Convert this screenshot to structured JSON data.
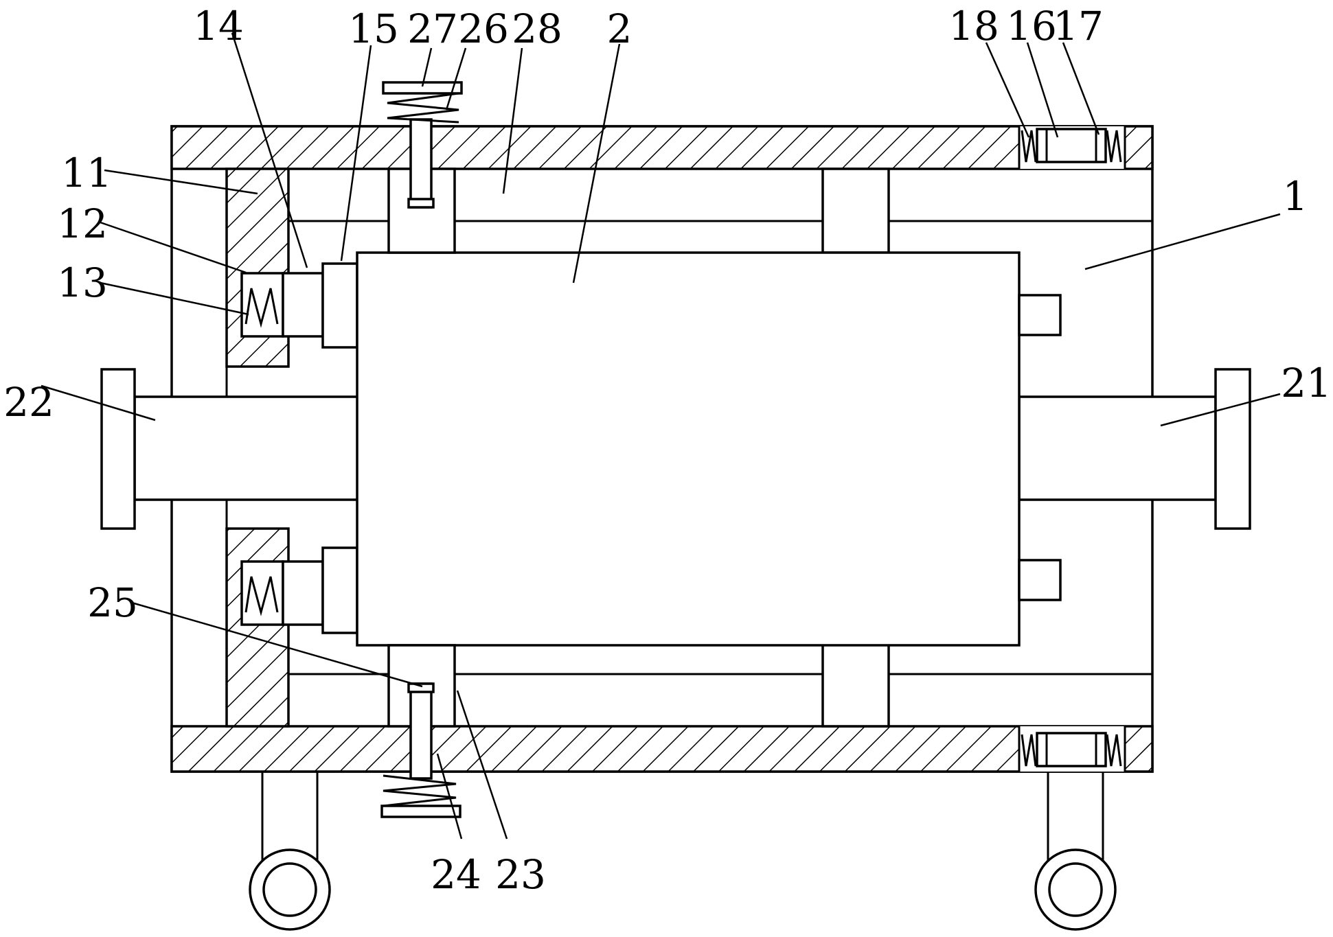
{
  "labels": {
    "l1": "1",
    "l2": "2",
    "l11": "11",
    "l12": "12",
    "l13": "13",
    "l14": "14",
    "l15": "15",
    "l16": "16",
    "l17": "17",
    "l18": "18",
    "l21": "21",
    "l22": "22",
    "l23": "23",
    "l24": "24",
    "l25": "25",
    "l26": "26",
    "l27": "27",
    "l28": "28"
  }
}
